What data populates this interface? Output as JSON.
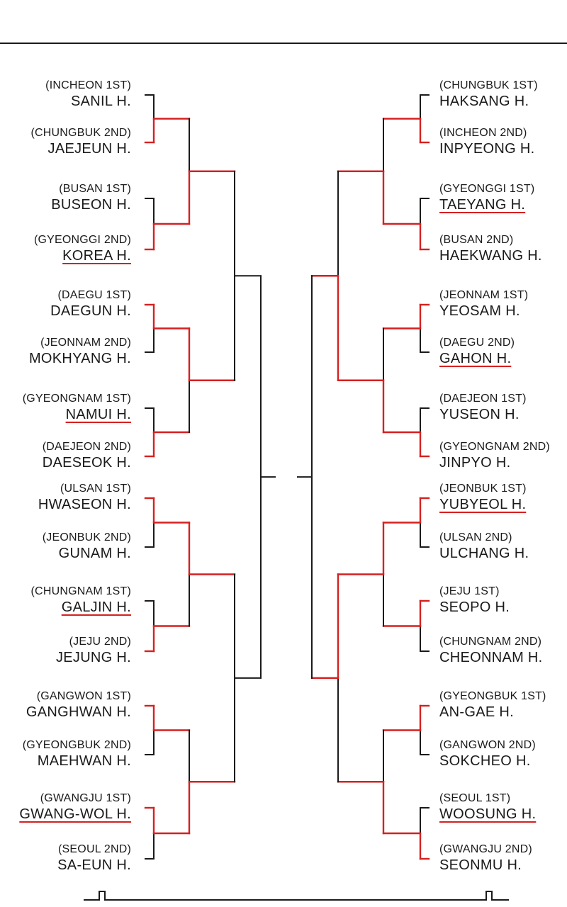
{
  "colors": {
    "line": "#1a1a1a",
    "winner": "#d62020",
    "text": "#1a1a1a",
    "background": "#ffffff"
  },
  "left_teams": [
    {
      "region": "(INCHEON 1ST)",
      "name": "SANIL H.",
      "winner": false
    },
    {
      "region": "(CHUNGBUK 2ND)",
      "name": "JAEJEUN H.",
      "winner": false
    },
    {
      "region": "(BUSAN 1ST)",
      "name": "BUSEON H.",
      "winner": false
    },
    {
      "region": "(GYEONGGI 2ND)",
      "name": "KOREA H.",
      "winner": true
    },
    {
      "region": "(DAEGU 1ST)",
      "name": "DAEGUN H.",
      "winner": false
    },
    {
      "region": "(JEONNAM 2ND)",
      "name": "MOKHYANG H.",
      "winner": false
    },
    {
      "region": "(GYEONGNAM 1ST)",
      "name": "NAMUI H.",
      "winner": true
    },
    {
      "region": "(DAEJEON 2ND)",
      "name": "DAESEOK H.",
      "winner": false
    },
    {
      "region": "(ULSAN 1ST)",
      "name": "HWASEON H.",
      "winner": false
    },
    {
      "region": "(JEONBUK 2ND)",
      "name": "GUNAM H.",
      "winner": false
    },
    {
      "region": "(CHUNGNAM 1ST)",
      "name": "GALJIN H.",
      "winner": true
    },
    {
      "region": "(JEJU 2ND)",
      "name": "JEJUNG H.",
      "winner": false
    },
    {
      "region": "(GANGWON 1ST)",
      "name": "GANGHWAN H.",
      "winner": false
    },
    {
      "region": "(GYEONGBUK 2ND)",
      "name": "MAEHWAN H.",
      "winner": false
    },
    {
      "region": "(GWANGJU 1ST)",
      "name": "GWANG-WOL H.",
      "winner": true
    },
    {
      "region": "(SEOUL 2ND)",
      "name": "SA-EUN H.",
      "winner": false
    }
  ],
  "right_teams": [
    {
      "region": "(CHUNGBUK 1ST)",
      "name": "HAKSANG H.",
      "winner": false
    },
    {
      "region": "(INCHEON 2ND)",
      "name": "INPYEONG H.",
      "winner": false
    },
    {
      "region": "(GYEONGGI 1ST)",
      "name": "TAEYANG H.",
      "winner": true
    },
    {
      "region": "(BUSAN 2ND)",
      "name": "HAEKWANG H.",
      "winner": false
    },
    {
      "region": "(JEONNAM 1ST)",
      "name": "YEOSAM H.",
      "winner": false
    },
    {
      "region": "(DAEGU 2ND)",
      "name": "GAHON H.",
      "winner": true
    },
    {
      "region": "(DAEJEON 1ST)",
      "name": "YUSEON H.",
      "winner": false
    },
    {
      "region": "(GYEONGNAM 2ND)",
      "name": "JINPYO H.",
      "winner": false
    },
    {
      "region": "(JEONBUK 1ST)",
      "name": "YUBYEOL H.",
      "winner": true
    },
    {
      "region": "(ULSAN 2ND)",
      "name": "ULCHANG H.",
      "winner": false
    },
    {
      "region": "(JEJU 1ST)",
      "name": "SEOPO H.",
      "winner": false
    },
    {
      "region": "(CHUNGNAM 2ND)",
      "name": "CHEONNAM H.",
      "winner": false
    },
    {
      "region": "(GYEONGBUK 1ST)",
      "name": "AN-GAE H.",
      "winner": false
    },
    {
      "region": "(GANGWON 2ND)",
      "name": "SOKCHEO H.",
      "winner": false
    },
    {
      "region": "(SEOUL 1ST)",
      "name": "WOOSUNG H.",
      "winner": true
    },
    {
      "region": "(GWANGJU 2ND)",
      "name": "SEONMU H.",
      "winner": false
    }
  ],
  "left_r1_winners": [
    1,
    1,
    0,
    1,
    0,
    1,
    0,
    0
  ],
  "left_r2_winners": [
    1,
    0,
    0,
    1
  ],
  "right_r1_winners": [
    1,
    1,
    0,
    1,
    0,
    0,
    0,
    1
  ],
  "right_r2_winners": [
    1,
    1,
    0,
    1
  ],
  "right_r3_winners": [
    1,
    0
  ]
}
